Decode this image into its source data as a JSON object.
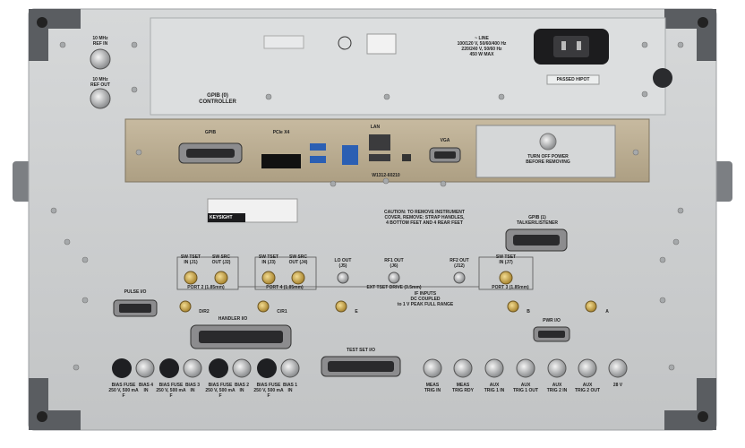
{
  "panel": {
    "colors": {
      "chassis": "#c9cbcc",
      "top_module": "#dcdedf",
      "io_plate": "#b9ab8e",
      "corner": "#5a5d61",
      "connector_gold": "#c9a24b",
      "fuse_black": "#1e1f22"
    },
    "labels": {
      "ref_in": "10 MHz\nREF IN",
      "ref_out": "10 MHz\nREF OUT",
      "gpib0": "GPIB (0)\nCONTROLLER",
      "line": "~ LINE\n100/120 V, 50/60/400 Hz\n220/240 V, 50/60 Hz\n450 W MAX",
      "passed_hipot": "PASSED HIPOT",
      "gpib": "GPIB",
      "pcie": "PCIe X4",
      "lan": "LAN",
      "vga": "VGA",
      "turn_off": "TURN OFF POWER\nBEFORE REMOVING",
      "module_part": "W1312-60210",
      "brand": "KEYSIGHT",
      "caution": "CAUTION: TO REMOVE INSTRUMENT\nCOVER, REMOVE: STRAP HANDLES,\n4 BOTTOM FEET AND 4 REAR FEET",
      "gpib1": "GPIB (1)\nTALKER/LISTENER",
      "sw_tset_j1": "SW TSET\nIN (J1)",
      "sw_src_j2": "SW SRC\nOUT (J2)",
      "port2": "PORT 2 (1.85mm)",
      "sw_tset_j3": "SW TSET\nIN (J3)",
      "sw_src_j4": "SW SRC\nOUT (J4)",
      "port4": "PORT 4 (1.85mm)",
      "lo_out": "LO OUT\n(J5)",
      "rf1_out": "RF1 OUT\n(J6)",
      "rf2_out": "RF2 OUT\n(J12)",
      "sw_tset_j7": "SW TSET\nIN (J7)",
      "port3": "PORT 3 (1.85mm)",
      "ext_tset": "EXT TSET DRIVE (3.5mm)",
      "if_inputs": "IF INPUTS\nDC COUPLED\nto 1 V PEAK FULL RANGE",
      "pulse_io": "PULSE I/O",
      "d_r2": "D/R2",
      "c_r1": "C/R1",
      "e": "E",
      "b": "B",
      "a": "A",
      "handler_io": "HANDLER I/O",
      "pwr_io": "PWR I/O",
      "test_set_io": "TEST SET I/O",
      "bias_fuse": "BIAS FUSE\n250 V, 500 mA\nF",
      "bias4": "BIAS 4\nIN",
      "bias3": "BIAS 3\nIN",
      "bias2": "BIAS 2\nIN",
      "bias1": "BIAS 1\nIN",
      "meas_trig_in": "MEAS\nTRIG IN",
      "meas_trig_rdy": "MEAS\nTRIG RDY",
      "aux_trig1_in": "AUX\nTRIG 1 IN",
      "aux_trig1_out": "AUX\nTRIG 1 OUT",
      "aux_trig2_in": "AUX\nTRIG 2 IN",
      "aux_trig2_out": "AUX\nTRIG 2 OUT",
      "v28": "28 V"
    }
  }
}
